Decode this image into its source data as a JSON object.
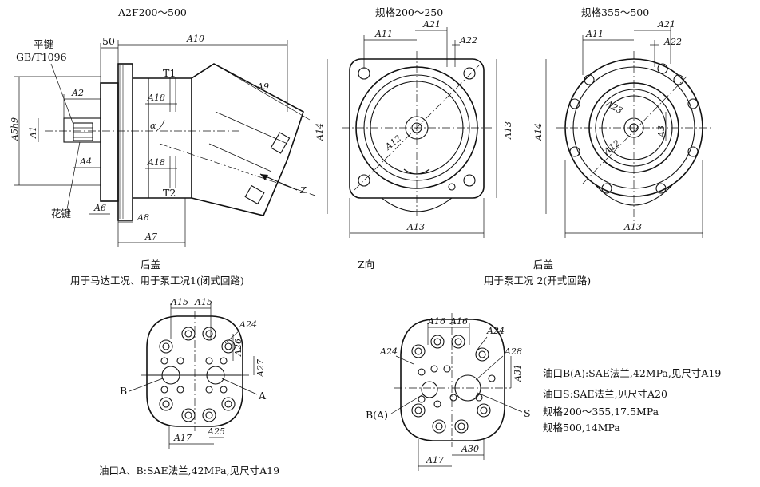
{
  "views": {
    "side": {
      "title": "A2F200～500",
      "dim_50": "50",
      "pingjian": "平键",
      "gb": "GB/T1096",
      "huajian": "花键",
      "lbl_A10": "A10",
      "lbl_A9": "A9",
      "lbl_A2": "A2",
      "lbl_A1": "A1",
      "lbl_A5h9": "A5h9",
      "lbl_A4": "A4",
      "lbl_A6": "A6",
      "lbl_A8": "A8",
      "lbl_A7": "A7",
      "lbl_A18a": "A18",
      "lbl_A18b": "A18",
      "lbl_T1": "T1",
      "lbl_T2": "T2",
      "lbl_alpha": "α",
      "lbl_Z": "Z"
    },
    "square": {
      "title": "规格200～250",
      "lbl_A11": "A11",
      "lbl_A21": "A21",
      "lbl_A22": "A22",
      "lbl_A14": "A14",
      "lbl_A13v": "A13",
      "lbl_A13h": "A13",
      "lbl_A12": "A12",
      "caption": "Z向"
    },
    "round": {
      "title": "规格355～500",
      "lbl_A11": "A11",
      "lbl_A21": "A21",
      "lbl_A22": "A22",
      "lbl_A14": "A14",
      "lbl_A23": "A23",
      "lbl_A3": "A3",
      "lbl_A12": "A12",
      "lbl_A13": "A13"
    },
    "captions": {
      "left_title": "后盖",
      "left_sub": "用于马达工况、用于泵工况1(闭式回路)",
      "right_title": "后盖",
      "right_sub": "用于泵工况 2(开式回路)"
    },
    "cover1": {
      "lbl_A15a": "A15",
      "lbl_A15b": "A15",
      "lbl_A24": "A24",
      "lbl_A26": "A26",
      "lbl_A27": "A27",
      "lbl_B": "B",
      "lbl_A": "A",
      "lbl_A25": "A25",
      "lbl_A17": "A17",
      "note": "油口A、B:SAE法兰,42MPa,见尺寸A19"
    },
    "cover2": {
      "lbl_A16a": "A16",
      "lbl_A16b": "A16",
      "lbl_A24a": "A24",
      "lbl_A24b": "A24",
      "lbl_A28": "A28",
      "lbl_A31": "A31",
      "lbl_BA": "B(A)",
      "lbl_S": "S",
      "lbl_A30": "A30",
      "lbl_A17": "A17"
    },
    "notes": {
      "line1": "油口B(A):SAE法兰,42MPa,见尺寸A19",
      "line2": "油口S:SAE法兰,见尺寸A20",
      "line3": "规格200～355,17.5MPa",
      "line4": "规格500,14MPa"
    }
  }
}
